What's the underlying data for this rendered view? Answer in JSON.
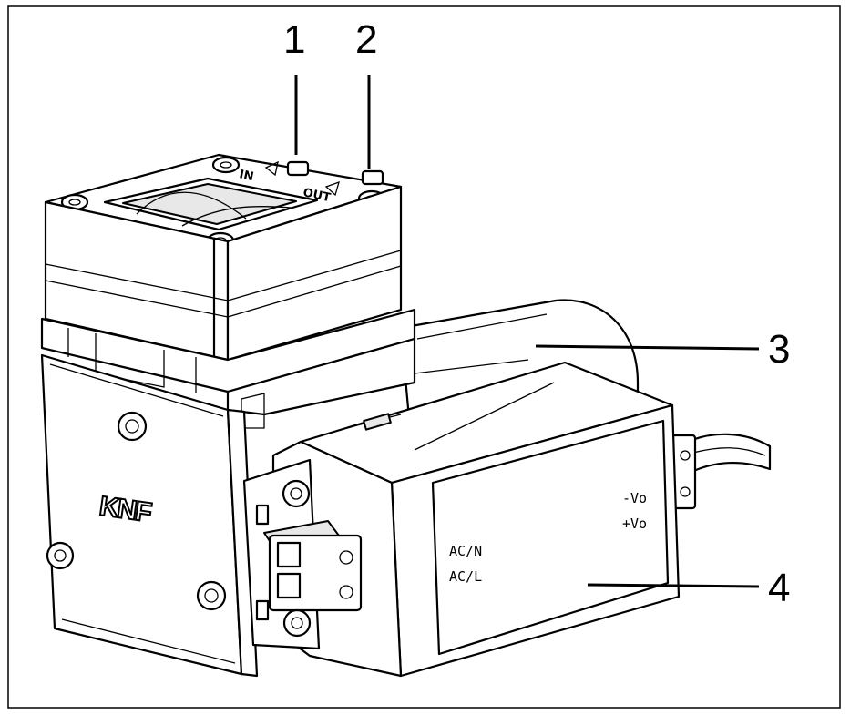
{
  "callouts": [
    {
      "label": "1"
    },
    {
      "label": "2"
    },
    {
      "label": "3"
    },
    {
      "label": "4"
    }
  ],
  "pump_head": {
    "inlet_marking": "IN",
    "outlet_marking": "OUT"
  },
  "side_plate": {
    "logo_text": "KNF"
  },
  "power_module": {
    "input_labels": [
      "AC/N",
      "AC/L"
    ],
    "output_labels": [
      "-Vo",
      "+Vo"
    ]
  }
}
